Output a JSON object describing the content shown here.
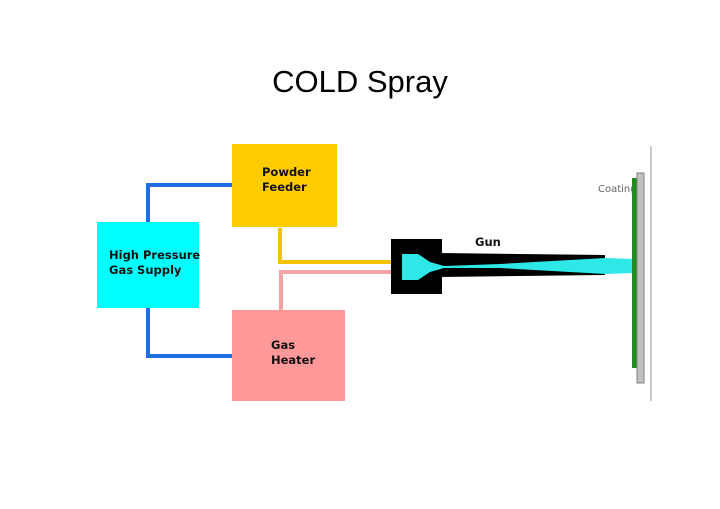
{
  "title": "COLD Spray",
  "labels": {
    "powder_feeder": [
      "Powder",
      "Feeder"
    ],
    "gas_supply": [
      "High Pressure",
      "Gas Supply"
    ],
    "gas_heater": [
      "Gas",
      "Heater"
    ],
    "gun": "Gun",
    "coating": "Coating"
  },
  "colors": {
    "powder_feeder": "#ffcc00",
    "gas_supply": "#00ffff",
    "gas_heater": "#ff9999",
    "gas_line": "#1e6fe6",
    "powder_line": "#f2c200",
    "heated_gas_line": "#f3a3a3",
    "gun_body": "#000000",
    "spray_jet": "#2ee8e8",
    "substrate": "#c0c0c0",
    "coating_layer": "#228b22"
  }
}
